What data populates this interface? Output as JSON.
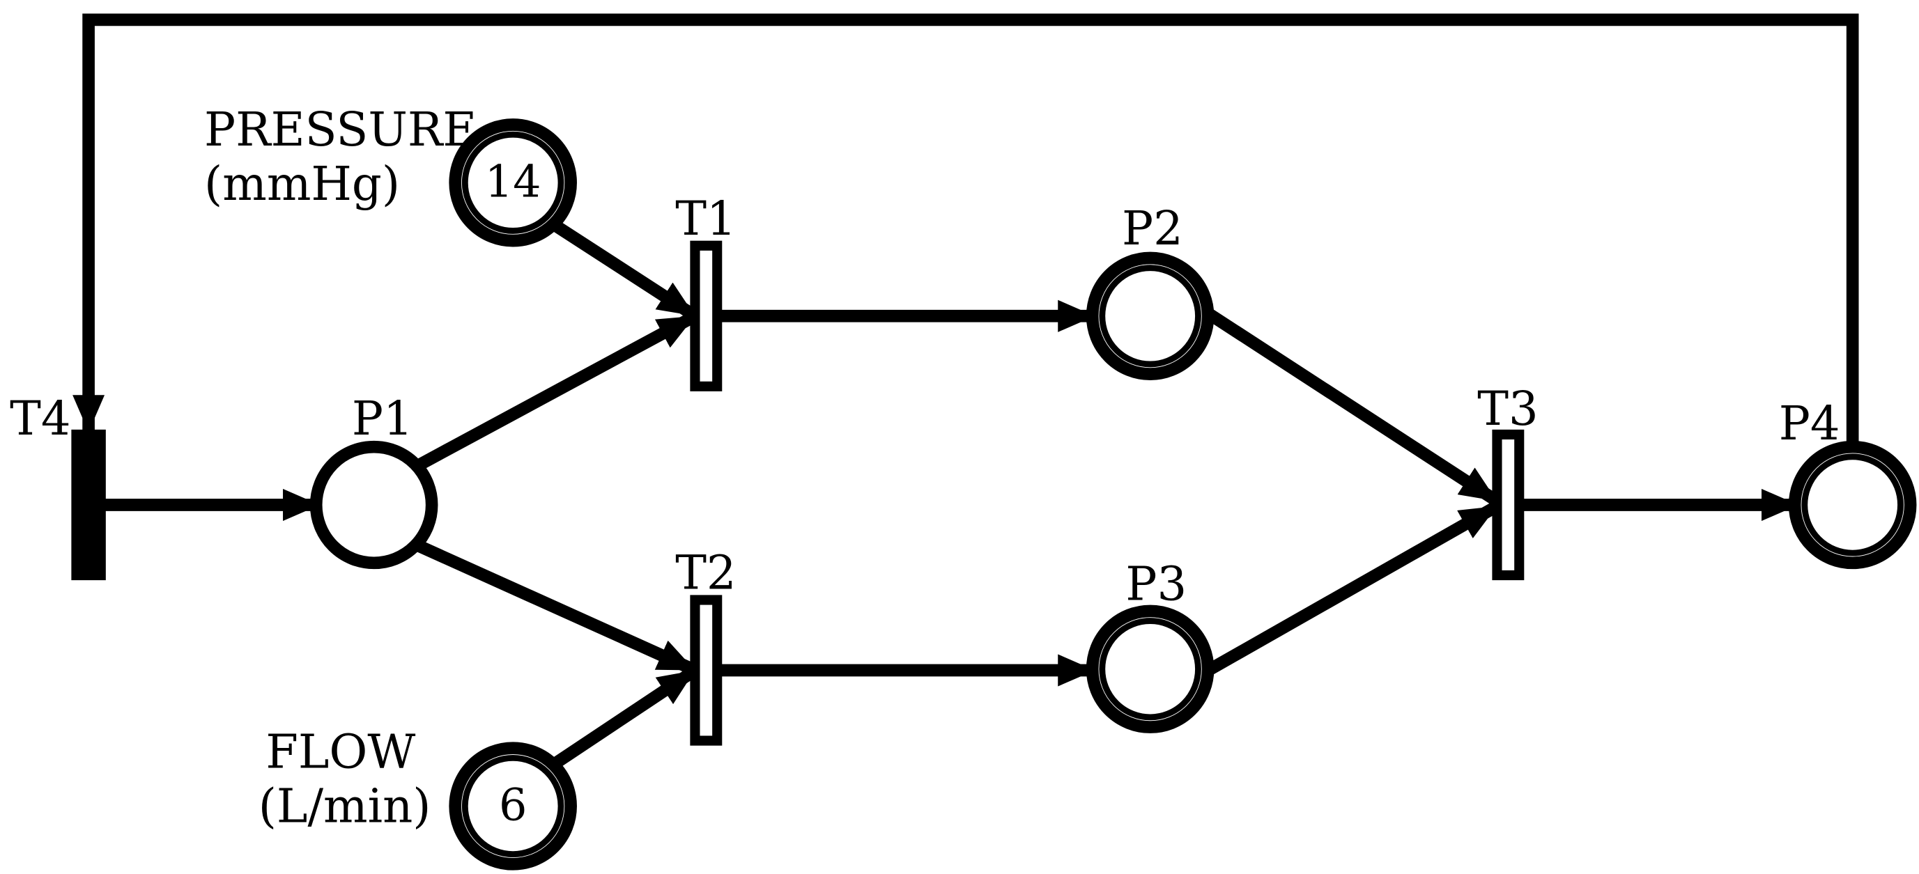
{
  "places": {
    "pressure": {
      "label_line1": "PRESSURE",
      "label_line2": "(mmHg)",
      "tokens": "14"
    },
    "flow": {
      "label_line1": "FLOW",
      "label_line2": "(L/min)",
      "tokens": "6"
    },
    "p1": {
      "label": "P1"
    },
    "p2": {
      "label": "P2"
    },
    "p3": {
      "label": "P3"
    },
    "p4": {
      "label": "P4"
    }
  },
  "transitions": {
    "t1": {
      "label": "T1"
    },
    "t2": {
      "label": "T2"
    },
    "t3": {
      "label": "T3"
    },
    "t4": {
      "label": "T4"
    }
  }
}
